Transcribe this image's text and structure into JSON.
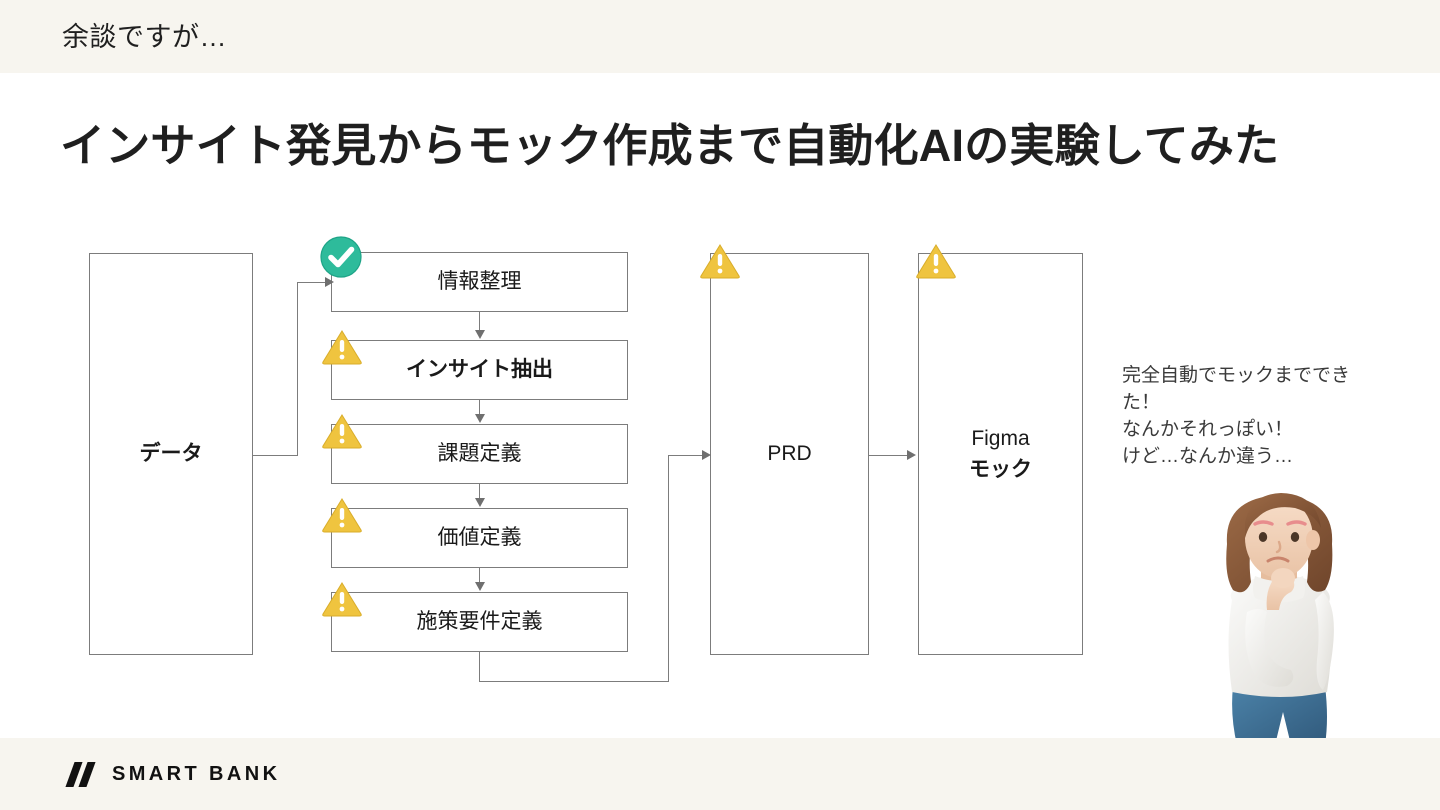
{
  "header": {
    "kicker": "余談ですが…"
  },
  "title": "インサイト発見からモック作成まで自動化AIの実験してみた",
  "diagram": {
    "source_node": {
      "label": "データ"
    },
    "pipeline": [
      {
        "label": "情報整理",
        "status": "success",
        "status_icon": "check-circle-icon"
      },
      {
        "label": "インサイト抽出",
        "status": "warning",
        "status_icon": "warning-triangle-icon"
      },
      {
        "label": "課題定義",
        "status": "warning",
        "status_icon": "warning-triangle-icon"
      },
      {
        "label": "価値定義",
        "status": "warning",
        "status_icon": "warning-triangle-icon"
      },
      {
        "label": "施策要件定義",
        "status": "warning",
        "status_icon": "warning-triangle-icon"
      }
    ],
    "output_nodes": [
      {
        "label_line1": "PRD",
        "label_line2": "",
        "status": "warning",
        "status_icon": "warning-triangle-icon"
      },
      {
        "label_line1": "Figma",
        "label_line2": "モック",
        "status": "warning",
        "status_icon": "warning-triangle-icon"
      }
    ]
  },
  "note": {
    "line1": "完全自動でモックまででき",
    "line2": "た！",
    "line3": "なんかそれっぽい！",
    "line4": "けど…なんか違う…"
  },
  "footer": {
    "logo_text": "SMART BANK",
    "logo_mark": "smartbank-slash-mark-icon"
  },
  "colors": {
    "band": "#f7f5ef",
    "ink": "#1f1f1f",
    "stroke": "#7c7c7c",
    "success": "#2ebb9b",
    "warning": "#efc43f",
    "jeans": "#3d7095",
    "sweater": "#ededea",
    "hair": "#8a5a3b",
    "skin": "#f0d3bd"
  }
}
